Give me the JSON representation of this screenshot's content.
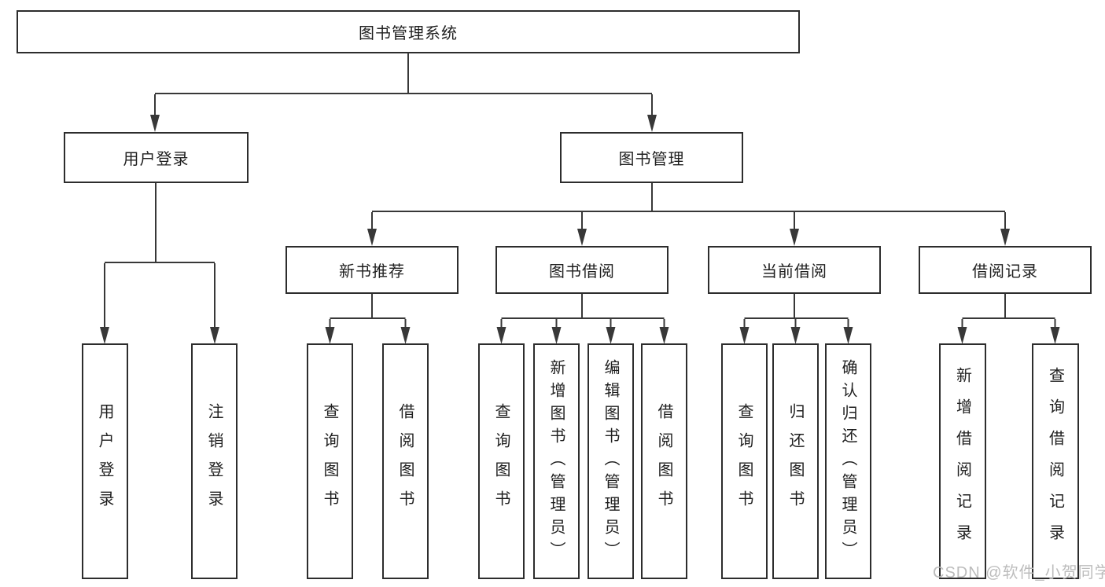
{
  "diagram": {
    "root": {
      "label": "图书管理系统",
      "children": [
        {
          "label": "用户登录",
          "children": [
            {
              "label": "用户登录"
            },
            {
              "label": "注销登录"
            }
          ]
        },
        {
          "label": "图书管理",
          "children": [
            {
              "label": "新书推荐",
              "children": [
                {
                  "label": "查询图书"
                },
                {
                  "label": "借阅图书"
                }
              ]
            },
            {
              "label": "图书借阅",
              "children": [
                {
                  "label": "查询图书"
                },
                {
                  "label": "新增图书（管理员）"
                },
                {
                  "label": "编辑图书（管理员）"
                },
                {
                  "label": "借阅图书"
                }
              ]
            },
            {
              "label": "当前借阅",
              "children": [
                {
                  "label": "查询图书"
                },
                {
                  "label": "归还图书"
                },
                {
                  "label": "确认归还（管理员）"
                }
              ]
            },
            {
              "label": "借阅记录",
              "children": [
                {
                  "label": "新增借阅记录"
                },
                {
                  "label": "查询借阅记录"
                }
              ]
            }
          ]
        }
      ]
    }
  },
  "watermark": {
    "text": "CSDN @软件_小贺同学"
  },
  "colors": {
    "line": "#383838",
    "box_border": "#2d2d2d",
    "box_fill": "#ffffff",
    "text": "#1f1f1f",
    "watermark": "#bcbcbc",
    "background": "#ffffff"
  }
}
